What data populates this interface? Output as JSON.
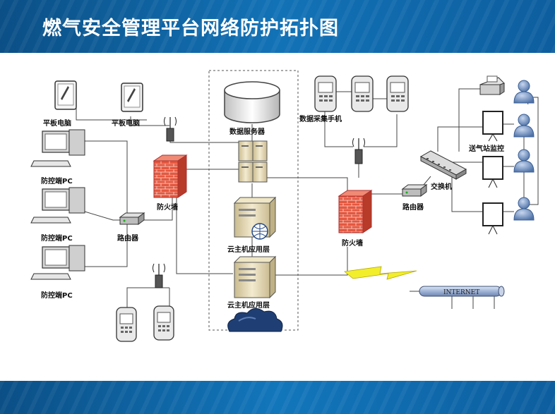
{
  "title": "燃气安全管理平台网络防护拓扑图",
  "labels": {
    "tablet_1": "平板电脑",
    "tablet_2": "平板电脑",
    "data_server": "数据服务器",
    "data_phone": "数据采集手机",
    "pc_1": "防控端PC",
    "pc_2": "防控端PC",
    "pc_3": "防控端PC",
    "router_left": "路由器",
    "firewall_left": "防火墙",
    "cloud_app_1": "云主机应用层",
    "cloud_app_2": "云主机应用层",
    "firewall_right": "防火墙",
    "router_right": "路由器",
    "switch": "交换机",
    "gas_monitor": "送气站监控",
    "internet": "INTERNET"
  },
  "colors": {
    "header_blue": "#1272b6",
    "firewall_red": "#e4573f",
    "server_beige": "#e8dcb5",
    "cloud_navy": "#1f3f74",
    "person_blue": "#6d8fbf",
    "lightning_yellow": "#f2ee2c",
    "pipe_blue": "#9fb3d6"
  }
}
